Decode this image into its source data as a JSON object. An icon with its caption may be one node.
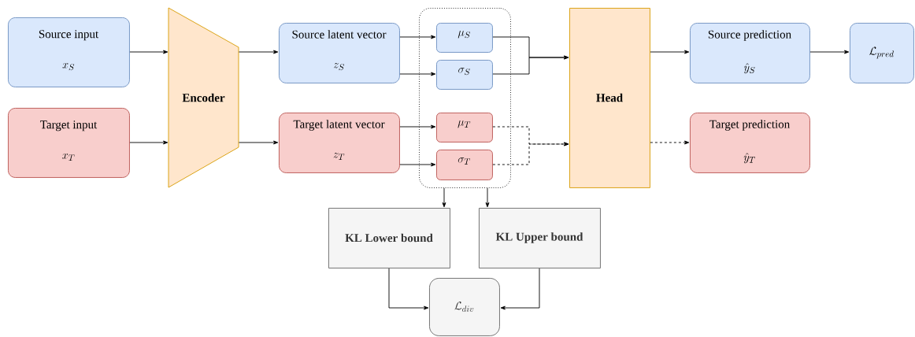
{
  "diagram": {
    "nodes": [
      {
        "text": [
          "Source input",
          "x_S"
        ]
      },
      {
        "text": [
          "Target input",
          "x_T"
        ]
      },
      {
        "text": [
          "Encoder"
        ]
      },
      {
        "text": [
          "Source latent vector",
          "z_S"
        ]
      },
      {
        "text": [
          "Target latent vector",
          "z_T"
        ]
      },
      {
        "text": [],
        "shape": "box"
      },
      {
        "text": [
          "\\mu_S"
        ],
        "in": 5
      },
      {
        "text": [
          "\\sigma_S"
        ],
        "in": 5
      },
      {
        "text": [
          "\\mu_T"
        ],
        "in": 5
      },
      {
        "text": [
          "\\sigma_T"
        ],
        "in": 5
      },
      {
        "text": [
          "Head"
        ]
      },
      {
        "text": [
          "Source prediction",
          "\\hat{y}_S"
        ]
      },
      {
        "text": [
          "Target prediction",
          "\\hat{y}_T"
        ]
      },
      {
        "text": [
          "\\mathcal{L}_{pred}"
        ]
      },
      {
        "text": [
          "KL Lower bound"
        ]
      },
      {
        "text": [
          "KL Upper bound"
        ]
      },
      {
        "text": [
          "\\mathcal{L}_{div}"
        ]
      }
    ],
    "edges": [
      {
        "from": 0,
        "to": 2,
        "arrow": "to"
      },
      {
        "from": 1,
        "to": 2,
        "arrow": "to"
      },
      {
        "from": 2,
        "to": 3,
        "arrow": "to"
      },
      {
        "from": 2,
        "to": 4,
        "arrow": "to"
      },
      {
        "from": 3,
        "to": 6,
        "arrow": "to"
      },
      {
        "from": 3,
        "to": 7,
        "arrow": "to"
      },
      {
        "from": 4,
        "to": 8,
        "arrow": "to"
      },
      {
        "from": 4,
        "to": 9,
        "arrow": "to"
      },
      {
        "from": 6,
        "to": 10,
        "arrow": "to"
      },
      {
        "from": 7,
        "to": 10,
        "arrow": "to"
      },
      {
        "from": 8,
        "to": 10,
        "arrow": "to",
        "style": "dashed"
      },
      {
        "from": 9,
        "to": 10,
        "arrow": "to",
        "style": "dashed"
      },
      {
        "from": 10,
        "to": 11,
        "arrow": "to"
      },
      {
        "from": 10,
        "to": 12,
        "arrow": "to",
        "style": "dashed"
      },
      {
        "from": 11,
        "to": 13,
        "arrow": "to"
      },
      {
        "from": 5,
        "to": 14,
        "arrow": "to"
      },
      {
        "from": 5,
        "to": 15,
        "arrow": "to"
      },
      {
        "from": 14,
        "to": 16,
        "arrow": "to"
      },
      {
        "from": 15,
        "to": 16,
        "arrow": "to"
      }
    ]
  }
}
